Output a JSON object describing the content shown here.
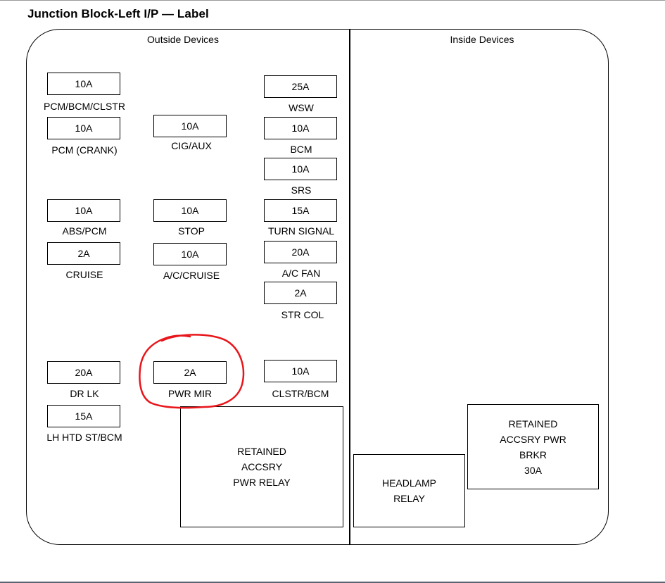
{
  "title": "Junction Block-Left I/P — Label",
  "sections": {
    "outside": "Outside Devices",
    "inside": "Inside Devices"
  },
  "fuses": [
    {
      "id": "pcm-bcm-clstr",
      "rating": "10A",
      "label": "PCM/BCM/CLSTR"
    },
    {
      "id": "wsw",
      "rating": "25A",
      "label": "WSW"
    },
    {
      "id": "pcm-crank",
      "rating": "10A",
      "label": "PCM (CRANK)"
    },
    {
      "id": "cig-aux",
      "rating": "10A",
      "label": "CIG/AUX"
    },
    {
      "id": "bcm",
      "rating": "10A",
      "label": "BCM"
    },
    {
      "id": "srs",
      "rating": "10A",
      "label": "SRS"
    },
    {
      "id": "abs-pcm",
      "rating": "10A",
      "label": "ABS/PCM"
    },
    {
      "id": "stop",
      "rating": "10A",
      "label": "STOP"
    },
    {
      "id": "turn-signal",
      "rating": "15A",
      "label": "TURN SIGNAL"
    },
    {
      "id": "cruise",
      "rating": "2A",
      "label": "CRUISE"
    },
    {
      "id": "ac-cruise",
      "rating": "10A",
      "label": "A/C/CRUISE"
    },
    {
      "id": "ac-fan",
      "rating": "20A",
      "label": "A/C FAN"
    },
    {
      "id": "str-col",
      "rating": "2A",
      "label": "STR COL"
    },
    {
      "id": "dr-lk",
      "rating": "20A",
      "label": "DR LK"
    },
    {
      "id": "pwr-mir",
      "rating": "2A",
      "label": "PWR MIR"
    },
    {
      "id": "clstr-bcm",
      "rating": "10A",
      "label": "CLSTR/BCM"
    },
    {
      "id": "lh-htd-st-bcm",
      "rating": "15A",
      "label": "LH HTD ST/BCM"
    }
  ],
  "relays": {
    "retained_relay": [
      "RETAINED",
      "ACCSRY",
      "PWR RELAY"
    ],
    "headlamp_relay": [
      "HEADLAMP",
      "RELAY"
    ],
    "retained_breaker": [
      "RETAINED",
      "ACCSRY PWR",
      "BRKR",
      "30A"
    ]
  },
  "highlight": {
    "target": "PWR MIR",
    "color": "#e8161b"
  }
}
